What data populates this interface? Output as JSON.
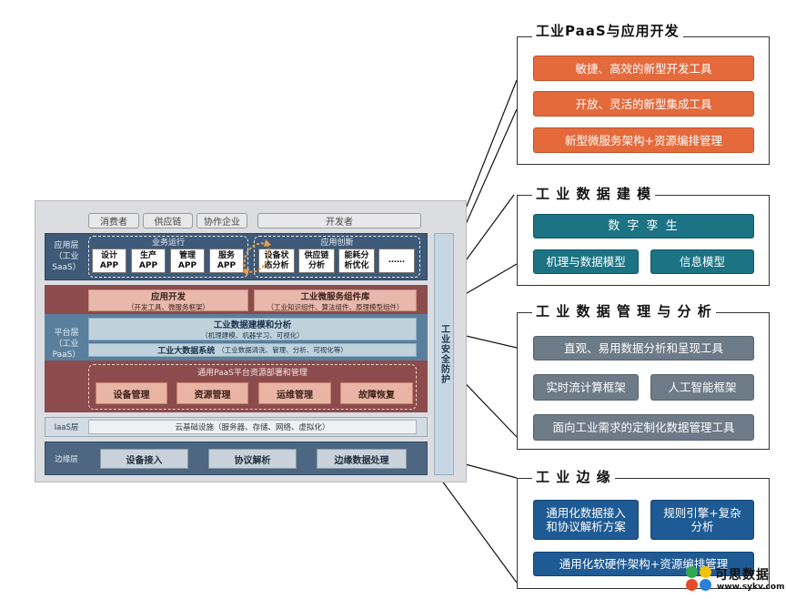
{
  "stakeholders": [
    "消费者",
    "供应链",
    "协作企业",
    "开发者"
  ],
  "app_layer": {
    "label": "应用层\n（工业SaaS）",
    "ops_title": "业务运行",
    "ops_apps": [
      "设计\nAPP",
      "生产\nAPP",
      "管理\nAPP",
      "服务\nAPP"
    ],
    "innovation_title": "应用创新",
    "innovation_apps": [
      "设备状\n态分析",
      "供应链\n分析",
      "能耗分\n析优化",
      "……"
    ]
  },
  "platform_layer": {
    "label": "平台层\n（工业PaaS）",
    "app_dev": {
      "title": "应用开发",
      "sub": "（开发工具、微服务框架）"
    },
    "microservice": {
      "title": "工业微服务组件库",
      "sub": "（工业知识组件、算法组件、原理模型组件）"
    },
    "modeling": {
      "title": "工业数据建模和分析",
      "sub": "（机理建模、机器学习、可视化）"
    },
    "bigdata": {
      "title": "工业大数据系统",
      "sub": "（工业数据清洗、管理、分析、可视化等）"
    },
    "resource_title": "通用PaaS平台资源部署和管理",
    "resource_items": [
      "设备管理",
      "资源管理",
      "运维管理",
      "故障恢复"
    ]
  },
  "iaas_layer": {
    "label": "IaaS层",
    "content": "云基础设施（服务器、存储、网络、虚拟化）"
  },
  "edge_layer": {
    "label": "边缘层",
    "items": [
      "设备接入",
      "协议解析",
      "边缘数据处理"
    ]
  },
  "security": "工业安全防护",
  "panels": {
    "paas": {
      "title": "工业PaaS与应用开发",
      "items": [
        "敏捷、高效的新型开发工具",
        "开放、灵活的新型集成工具",
        "新型微服务架构+资源编排管理"
      ]
    },
    "modeling": {
      "title": "工 业 数 据 建 模",
      "items": [
        "数 字 孪 生",
        "机理与数据模型",
        "信息模型"
      ]
    },
    "analysis": {
      "title": "工 业 数 据 管 理 与 分 析",
      "items": [
        "直观、易用数据分析和呈现工具",
        "实时流计算框架",
        "人工智能框架",
        "面向工业需求的定制化数据管理工具"
      ]
    },
    "edge": {
      "title": "工 业 边 缘",
      "items": [
        "通用化数据接入\n和协议解析方案",
        "规则引擎+复杂\n分析",
        "通用化软硬件架构+资源编排管理"
      ]
    }
  },
  "watermark": {
    "name": "可思数据",
    "url": "www.sykv.com"
  },
  "colors": {
    "orange": "#e46a3c",
    "teal": "#1b7384",
    "grey": "#6d7a87",
    "blue": "#1e5a94"
  }
}
